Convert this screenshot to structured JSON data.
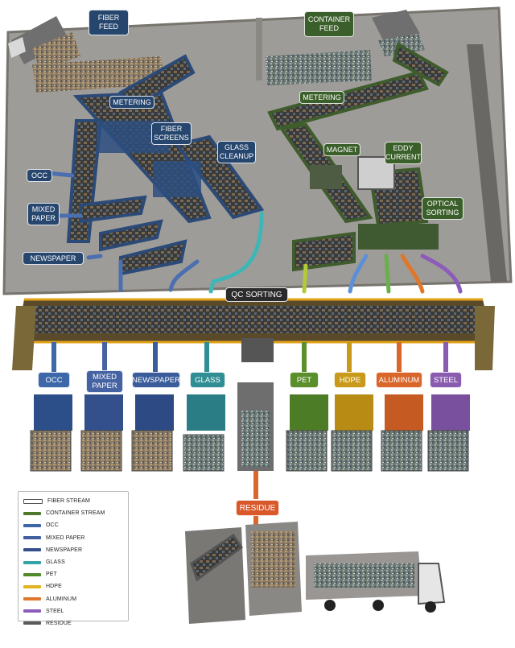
{
  "labels": {
    "fiber_feed": "FIBER\nFEED",
    "container_feed": "CONTAINER\nFEED",
    "metering_fiber": "METERING",
    "metering_container": "METERING",
    "fiber_screens": "FIBER\nSCREENS",
    "glass_cleanup": "GLASS\nCLEANUP",
    "magnet": "MAGNET",
    "eddy_current": "EDDY\nCURRENT",
    "optical_sorting": "OPTICAL\nSORTING",
    "occ_in": "OCC",
    "mixed_paper_in": "MIXED\nPAPER",
    "newspaper_in": "NEWSPAPER",
    "qc_sorting": "QC SORTING",
    "residue": "RESIDUE"
  },
  "outputs": [
    {
      "label": "OCC",
      "color": "#3d67a8"
    },
    {
      "label": "MIXED\nPAPER",
      "color": "#4562a3"
    },
    {
      "label": "NEWSPAPER",
      "color": "#3a5c9a"
    },
    {
      "label": "GLASS",
      "color": "#2f8f94"
    },
    {
      "label": "PET",
      "color": "#5b8f2c"
    },
    {
      "label": "HDPE",
      "color": "#c99a1a"
    },
    {
      "label": "ALUMINUM",
      "color": "#d9662a"
    },
    {
      "label": "STEEL",
      "color": "#8a5cb0"
    }
  ],
  "legend": [
    {
      "label": "FIBER STREAM",
      "color": "#ffffff"
    },
    {
      "label": "CONTAINER STREAM",
      "color": "#4f7a2e"
    },
    {
      "label": "OCC",
      "color": "#3d67a8"
    },
    {
      "label": "MIXED PAPER",
      "color": "#3f5fa0"
    },
    {
      "label": "NEWSPAPER",
      "color": "#344f8c"
    },
    {
      "label": "GLASS",
      "color": "#33a4a6"
    },
    {
      "label": "PET",
      "color": "#4f8a2a"
    },
    {
      "label": "HDPE",
      "color": "#e0b320"
    },
    {
      "label": "ALUMINUM",
      "color": "#e0762a"
    },
    {
      "label": "STEEL",
      "color": "#8c5cb8"
    },
    {
      "label": "RESIDUE",
      "color": "#5a5a5a"
    }
  ]
}
